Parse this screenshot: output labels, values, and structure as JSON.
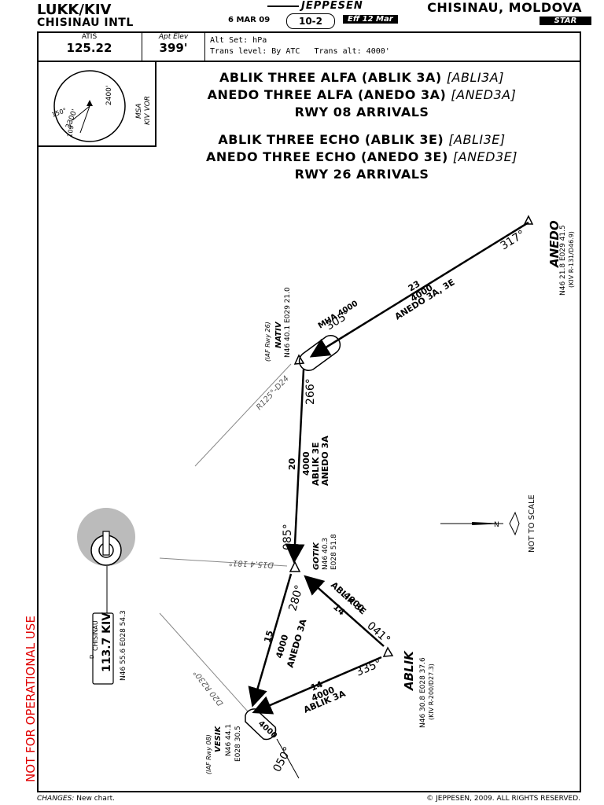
{
  "header": {
    "icao": "LUKK/KIV",
    "airport": "CHISINAU INTL",
    "logo": "JEPPESEN",
    "date": "6 MAR 09",
    "page": "10-2",
    "effective": "Eff 12 Mar",
    "city": "CHISINAU, MOLDOVA",
    "chart_type": "STAR"
  },
  "info": {
    "atis_label": "ATIS",
    "atis_freq": "125.22",
    "elev_label": "Apt Elev",
    "elev_value": "399'",
    "alt_set": "Alt Set: hPa",
    "trans_level": "Trans level: By ATC",
    "trans_alt": "Trans alt: 4000'"
  },
  "msa": {
    "sector1": "2400'",
    "sector2": "3300'",
    "bearing1": "150°",
    "bearing2": "109°",
    "label1": "MSA",
    "label2": "KIV VOR"
  },
  "titles": {
    "l1": "ABLIK THREE ALFA (ABLIK 3A)",
    "c1": "[ABLI3A]",
    "l2": "ANEDO THREE ALFA (ANEDO 3A)",
    "c2": "[ANED3A]",
    "l3": "RWY 08 ARRIVALS",
    "l4": "ABLIK THREE ECHO (ABLIK 3E)",
    "c4": "[ABLI3E]",
    "l5": "ANEDO THREE ECHO (ANEDO 3E)",
    "c5": "[ANED3E]",
    "l6": "RWY 26 ARRIVALS"
  },
  "fixes": {
    "anedo": {
      "name": "ANEDO",
      "coord": "N46 21.8 E029 41.5",
      "ref": "(KIV R-131/D46.9)"
    },
    "nativ": {
      "name": "NATIV",
      "coord": "N46 40.1 E029 21.0",
      "note": "(IAF Rwy 26)"
    },
    "gotik": {
      "name": "GOTIK",
      "coord1": "N46 40.3",
      "coord2": "E028 51.8"
    },
    "ablik": {
      "name": "ABLIK",
      "coord": "N46 30.8 E028 37.6",
      "ref": "(KIV R-200/D27.3)"
    },
    "vesik": {
      "name": "VESIK",
      "coord1": "N46 44.1",
      "coord2": "E028 30.5",
      "note": "(IAF Rwy 08)"
    },
    "vor": {
      "name": "CHISINAU",
      "freq": "113.7 KIV",
      "coord": "N46 55.6 E028 54.3",
      "prefix": "D"
    }
  },
  "legs": {
    "anedo_nativ": {
      "dist": "23",
      "alt": "4000",
      "proc": "ANEDO 3A, 3E",
      "course": "305°",
      "reverse": "317°"
    },
    "nativ_hold": {
      "mha": "MHA 4000"
    },
    "nativ_gotik": {
      "dist": "20",
      "alt": "4000",
      "proc1": "ABLIK 3E",
      "proc2": "ANEDO 3A",
      "course": "266°",
      "course2": "085°"
    },
    "ablik_gotik": {
      "dist": "14",
      "alt": "4000",
      "proc": "ABLIK 3E",
      "course": "041°"
    },
    "gotik_vesik": {
      "dist": "15",
      "alt": "4000",
      "proc": "ANEDO 3A",
      "course": "280°"
    },
    "ablik_vesik": {
      "dist": "14",
      "alt": "4000",
      "proc": "ABLIK 3A",
      "course": "335°"
    },
    "vesik_hold": {
      "alt": "4000",
      "course": "050°"
    }
  },
  "radials": {
    "r125": "R125°-D24",
    "d15": "D15.4 181°",
    "r230": "D20 R230°"
  },
  "compass": {
    "n": "N",
    "scale": "NOT TO SCALE"
  },
  "watermark": "NOT FOR OPERATIONAL USE",
  "footer": {
    "changes_label": "CHANGES:",
    "changes_text": "New chart.",
    "copyright": "© JEPPESEN, 2009. ALL RIGHTS RESERVED."
  }
}
